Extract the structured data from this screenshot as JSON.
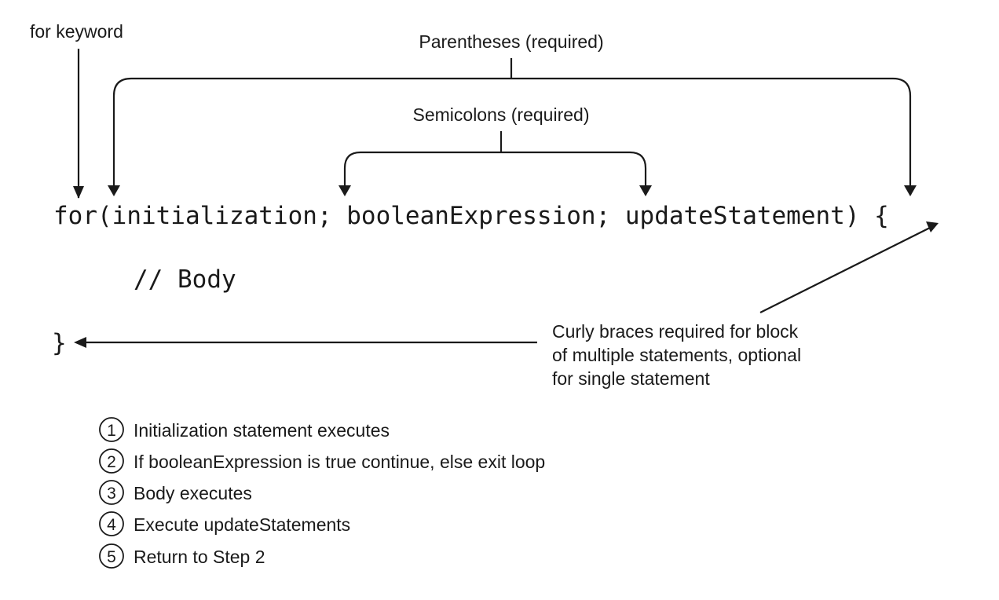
{
  "annotations": {
    "for_keyword": "for keyword",
    "parentheses": "Parentheses (required)",
    "semicolons": "Semicolons (required)",
    "curly_braces": [
      "Curly braces required for block",
      "of multiple statements, optional",
      "for single statement"
    ]
  },
  "code": {
    "for_line": "for(initialization; booleanExpression; updateStatement) {",
    "body": "// Body",
    "closing_brace": "}"
  },
  "steps": [
    {
      "number": "1",
      "text": "Initialization statement executes"
    },
    {
      "number": "2",
      "text": "If booleanExpression is true continue, else exit loop"
    },
    {
      "number": "3",
      "text": "Body executes"
    },
    {
      "number": "4",
      "text": "Execute updateStatements"
    },
    {
      "number": "5",
      "text": "Return to Step 2"
    }
  ]
}
